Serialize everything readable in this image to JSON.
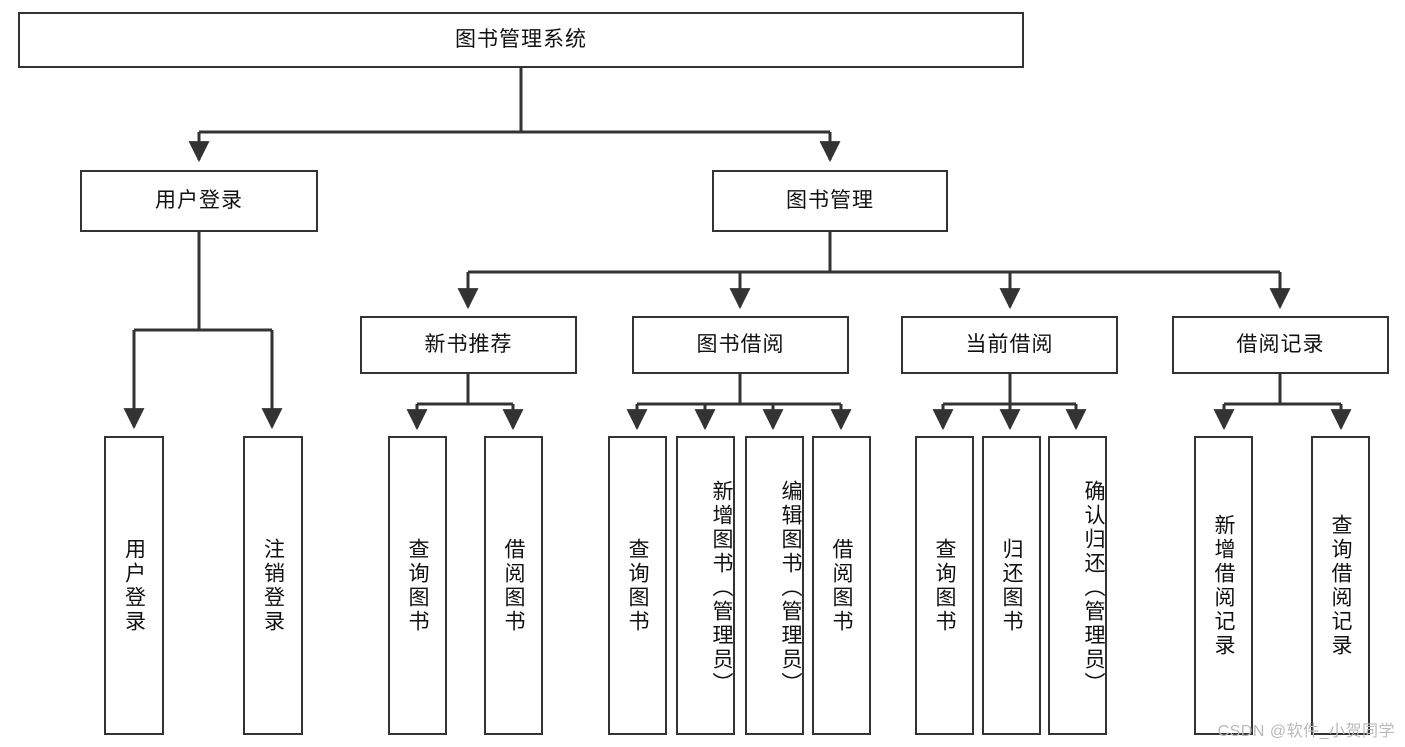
{
  "diagram": {
    "type": "tree-hierarchy-chart",
    "title": "图书管理系统",
    "root": {
      "id": "root",
      "label": "图书管理系统",
      "orientation": "horizontal"
    },
    "level2": [
      {
        "id": "user-login",
        "label": "用户登录",
        "orientation": "horizontal"
      },
      {
        "id": "book-manage",
        "label": "图书管理",
        "orientation": "horizontal"
      }
    ],
    "level3": [
      {
        "id": "new-book-recommend",
        "label": "新书推荐",
        "orientation": "horizontal",
        "parent": "book-manage"
      },
      {
        "id": "book-borrow",
        "label": "图书借阅",
        "orientation": "horizontal",
        "parent": "book-manage"
      },
      {
        "id": "current-borrow",
        "label": "当前借阅",
        "orientation": "horizontal",
        "parent": "book-manage"
      },
      {
        "id": "borrow-record",
        "label": "借阅记录",
        "orientation": "horizontal",
        "parent": "book-manage"
      }
    ],
    "leaves": {
      "user_login": [
        {
          "id": "leaf-user-login",
          "label": "用户登录"
        },
        {
          "id": "leaf-user-logout",
          "label": "注销登录"
        }
      ],
      "new_book_recommend": [
        {
          "id": "leaf-query-book-1",
          "label": "查询图书"
        },
        {
          "id": "leaf-borrow-book-1",
          "label": "借阅图书"
        }
      ],
      "book_borrow": [
        {
          "id": "leaf-query-book-2",
          "label": "查询图书"
        },
        {
          "id": "leaf-add-book",
          "label": "新增图书（管理员）"
        },
        {
          "id": "leaf-edit-book",
          "label": "编辑图书（管理员）"
        },
        {
          "id": "leaf-borrow-book-2",
          "label": "借阅图书"
        }
      ],
      "current_borrow": [
        {
          "id": "leaf-query-book-3",
          "label": "查询图书"
        },
        {
          "id": "leaf-return-book",
          "label": "归还图书"
        },
        {
          "id": "leaf-confirm-return",
          "label": "确认归还（管理员）"
        }
      ],
      "borrow_record": [
        {
          "id": "leaf-add-record",
          "label": "新增借阅记录"
        },
        {
          "id": "leaf-query-record",
          "label": "查询借阅记录"
        }
      ]
    }
  },
  "watermark": {
    "text": "CSDN @软件_小贺同学"
  },
  "colors": {
    "stroke": "#333333",
    "background": "#ffffff",
    "text": "#111111",
    "watermark": "#b9b9b9"
  }
}
